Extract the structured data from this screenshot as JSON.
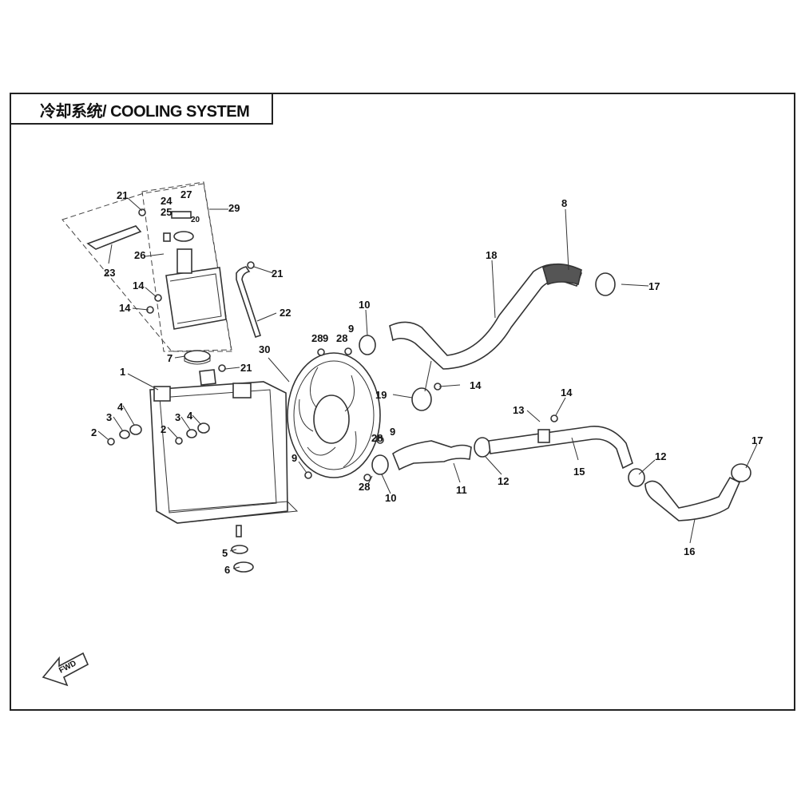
{
  "title": "冷却系统/ COOLING SYSTEM",
  "fwd_label": "FWD",
  "callouts": [
    "1",
    "2",
    "2",
    "3",
    "3",
    "4",
    "4",
    "5",
    "6",
    "7",
    "8",
    "9",
    "9",
    "9",
    "9",
    "10",
    "10",
    "11",
    "12",
    "12",
    "13",
    "14",
    "14",
    "14",
    "14",
    "15",
    "16",
    "17",
    "17",
    "18",
    "19",
    "20",
    "21",
    "21",
    "21",
    "22",
    "23",
    "24",
    "25",
    "26",
    "27",
    "28",
    "28",
    "28",
    "28",
    "29",
    "30"
  ]
}
